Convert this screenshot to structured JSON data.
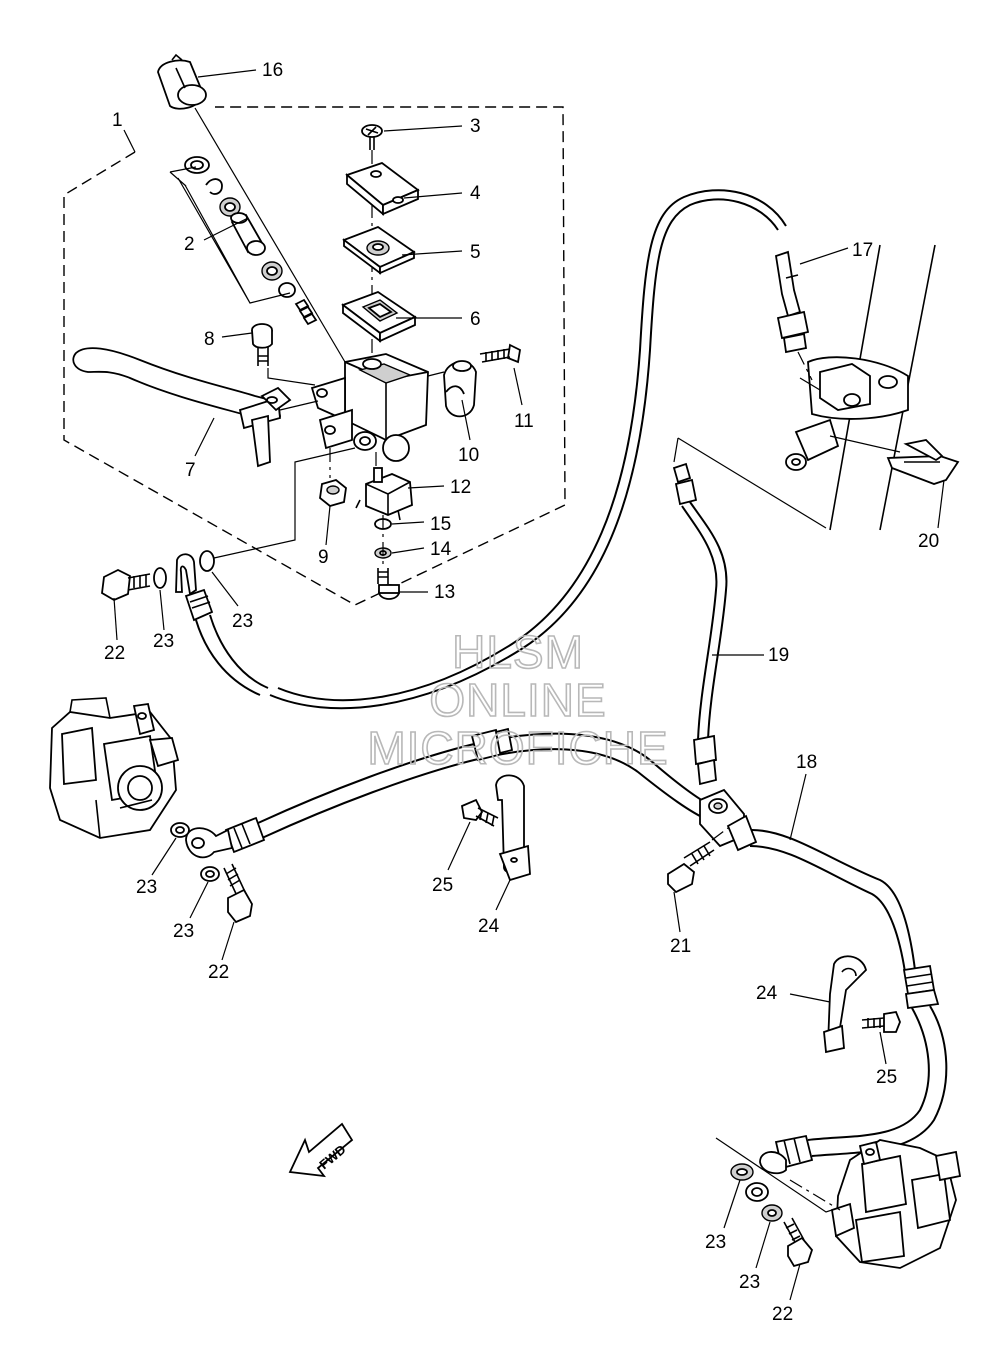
{
  "watermark": {
    "line1": "HLSM",
    "line2": "ONLINE",
    "line3": "MICROFICHE"
  },
  "fwd_label": "FWD",
  "callouts": [
    {
      "id": "c16",
      "text": "16"
    },
    {
      "id": "c1",
      "text": "1"
    },
    {
      "id": "c3",
      "text": "3"
    },
    {
      "id": "c4",
      "text": "4"
    },
    {
      "id": "c5",
      "text": "5"
    },
    {
      "id": "c6",
      "text": "6"
    },
    {
      "id": "c2",
      "text": "2"
    },
    {
      "id": "c8",
      "text": "8"
    },
    {
      "id": "c11",
      "text": "11"
    },
    {
      "id": "c7",
      "text": "7"
    },
    {
      "id": "c10",
      "text": "10"
    },
    {
      "id": "c12",
      "text": "12"
    },
    {
      "id": "c9",
      "text": "9"
    },
    {
      "id": "c15",
      "text": "15"
    },
    {
      "id": "c14",
      "text": "14"
    },
    {
      "id": "c13",
      "text": "13"
    },
    {
      "id": "c17",
      "text": "17"
    },
    {
      "id": "c20",
      "text": "20"
    },
    {
      "id": "c22a",
      "text": "22"
    },
    {
      "id": "c23a",
      "text": "23"
    },
    {
      "id": "c23b",
      "text": "23"
    },
    {
      "id": "c19",
      "text": "19"
    },
    {
      "id": "c18",
      "text": "18"
    },
    {
      "id": "c23c",
      "text": "23"
    },
    {
      "id": "c25a",
      "text": "25"
    },
    {
      "id": "c24a",
      "text": "24"
    },
    {
      "id": "c21",
      "text": "21"
    },
    {
      "id": "c23d",
      "text": "23"
    },
    {
      "id": "c22b",
      "text": "22"
    },
    {
      "id": "c24b",
      "text": "24"
    },
    {
      "id": "c25b",
      "text": "25"
    },
    {
      "id": "c23e",
      "text": "23"
    },
    {
      "id": "c23f",
      "text": "23"
    },
    {
      "id": "c22c",
      "text": "22"
    }
  ]
}
